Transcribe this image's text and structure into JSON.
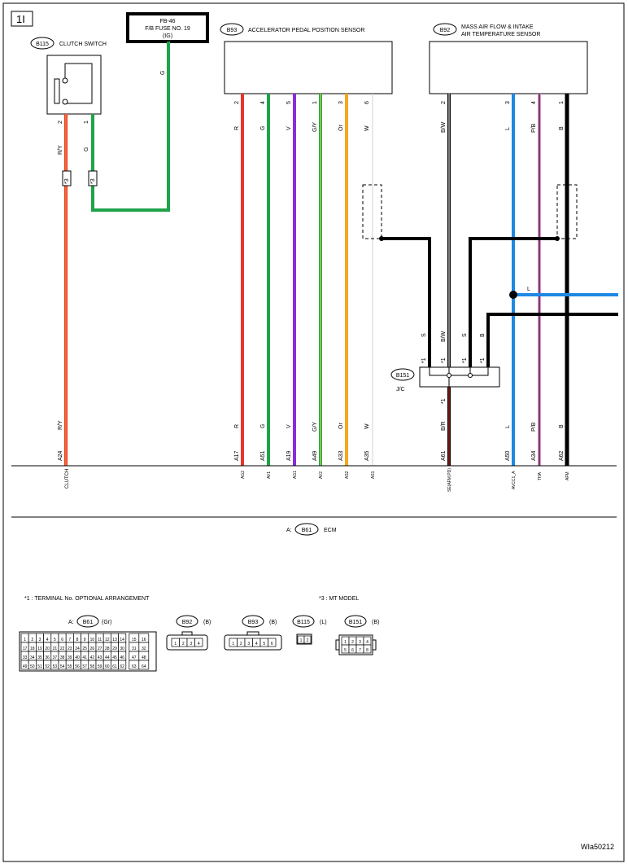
{
  "page_label": "1I",
  "doc_code": "WIa50212",
  "fuse": {
    "line1": "FB-46",
    "line2": "F/B FUSE NO. 19",
    "line3": "(IG)",
    "wire_color": "G"
  },
  "components": {
    "clutch_switch": {
      "id": "B115",
      "name": "CLUTCH SWITCH"
    },
    "apps": {
      "id": "B93",
      "name": "ACCELERATOR PEDAL POSITION SENSOR"
    },
    "maf": {
      "id": "B92",
      "name_line1": "MASS AIR FLOW & INTAKE",
      "name_line2": "AIR TEMPERATURE SENSOR"
    },
    "jc": {
      "id": "B151",
      "name": "J/C"
    },
    "ecm": {
      "prefix": "A:",
      "id": "B61",
      "name": "ECM"
    }
  },
  "wires": [
    {
      "pin": "2",
      "color_top": "R/Y",
      "color_bottom": "R/Y",
      "ecm_pin": "A24",
      "signal": "CLUTCH"
    },
    {
      "pin": "1",
      "color_top": "G",
      "note": "*3"
    },
    {
      "pin": "2",
      "color_top": "R",
      "color_bottom": "R",
      "ecm_pin": "A17",
      "signal": "AG2"
    },
    {
      "pin": "4",
      "color_top": "G",
      "color_bottom": "G",
      "ecm_pin": "A51",
      "signal": "AV1"
    },
    {
      "pin": "5",
      "color_top": "V",
      "color_bottom": "V",
      "ecm_pin": "A19",
      "signal": "AG1"
    },
    {
      "pin": "1",
      "color_top": "G/Y",
      "color_bottom": "G/Y",
      "ecm_pin": "A49",
      "signal": "AV2"
    },
    {
      "pin": "3",
      "color_top": "Or",
      "color_bottom": "Or",
      "ecm_pin": "A33",
      "signal": "AS2"
    },
    {
      "pin": "6",
      "color_top": "W",
      "color_bottom": "W",
      "ecm_pin": "A35",
      "signal": "AS1"
    },
    {
      "pin": "2",
      "color_top": "B/W",
      "color_bottom": "B/R",
      "ecm_pin": "A61",
      "signal": "SE(AFM,PD)"
    },
    {
      "pin": "3",
      "color_top": "L",
      "color_bottom": "L",
      "ecm_pin": "A50",
      "signal": "AVCC1_A"
    },
    {
      "pin": "4",
      "color_top": "P/B",
      "color_bottom": "P/B",
      "ecm_pin": "A34",
      "signal": "THA"
    },
    {
      "pin": "1",
      "color_top": "B",
      "color_bottom": "B",
      "ecm_pin": "A62",
      "signal": "AFM"
    }
  ],
  "jc_labels": {
    "s1": "S",
    "bw": "B/W",
    "s2": "S",
    "b": "B",
    "star1": "*1",
    "l_branch": "L"
  },
  "footnotes": {
    "n1": "*1 : TERMINAL No. OPTIONAL ARRANGEMENT",
    "n3": "*3 : MT MODEL"
  },
  "connectors": {
    "b61": {
      "prefix": "A:",
      "id": "B61",
      "color": "(Gr)",
      "rows": [
        [
          "1",
          "2",
          "3",
          "4",
          "5",
          "6",
          "7",
          "8",
          "9",
          "10",
          "11",
          "12",
          "13",
          "14"
        ],
        [
          "17",
          "18",
          "19",
          "20",
          "21",
          "22",
          "23",
          "24",
          "25",
          "26",
          "27",
          "28",
          "29",
          "30"
        ],
        [
          "33",
          "34",
          "35",
          "36",
          "37",
          "38",
          "39",
          "40",
          "41",
          "42",
          "43",
          "44",
          "45",
          "46"
        ],
        [
          "49",
          "50",
          "51",
          "52",
          "53",
          "54",
          "55",
          "56",
          "57",
          "58",
          "59",
          "60",
          "61",
          "62"
        ]
      ],
      "side": [
        [
          "15",
          "16"
        ],
        [
          "31",
          "32"
        ],
        [
          "47",
          "48"
        ],
        [
          "63",
          "64"
        ]
      ]
    },
    "b92": {
      "id": "B92",
      "color": "(B)",
      "pins": [
        "1",
        "2",
        "3",
        "4"
      ]
    },
    "b93": {
      "id": "B93",
      "color": "(B)",
      "pins": [
        "1",
        "2",
        "3",
        "4",
        "5",
        "6"
      ]
    },
    "b115": {
      "id": "B115",
      "color": "(L)",
      "pins": [
        "1",
        "2"
      ]
    },
    "b151": {
      "id": "B151",
      "color": "(B)",
      "pins": [
        "1",
        "2",
        "3",
        "4",
        "5",
        "6",
        "7",
        "8"
      ]
    }
  },
  "colors": {
    "red": "#e8352a",
    "green": "#1fa34a",
    "violet": "#8a2be2",
    "orange": "#f5a623",
    "blue": "#1e88e5",
    "pink": "#e68fd4",
    "black": "#000000"
  }
}
